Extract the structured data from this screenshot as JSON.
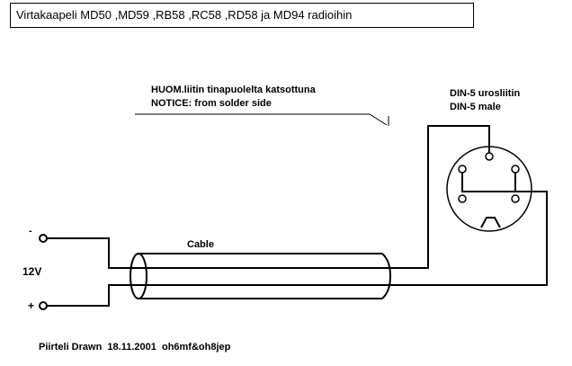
{
  "title": "Virtakaapeli MD50 ,MD59 ,RB58 ,RC58 ,RD58 ja MD94 radioihin",
  "notice": {
    "line1": "HUOM.liitin tinapuolelta katsottuna",
    "line2": "NOTICE: from solder side"
  },
  "connector": {
    "line1": "DIN-5 urosliitin",
    "line2": "DIN-5 male"
  },
  "power": {
    "minus": "-",
    "voltage": "12V",
    "plus": "+"
  },
  "cable_label": "Cable",
  "footer": "Piirteli Drawn  18.11.2001  oh6mf&oh8jep"
}
